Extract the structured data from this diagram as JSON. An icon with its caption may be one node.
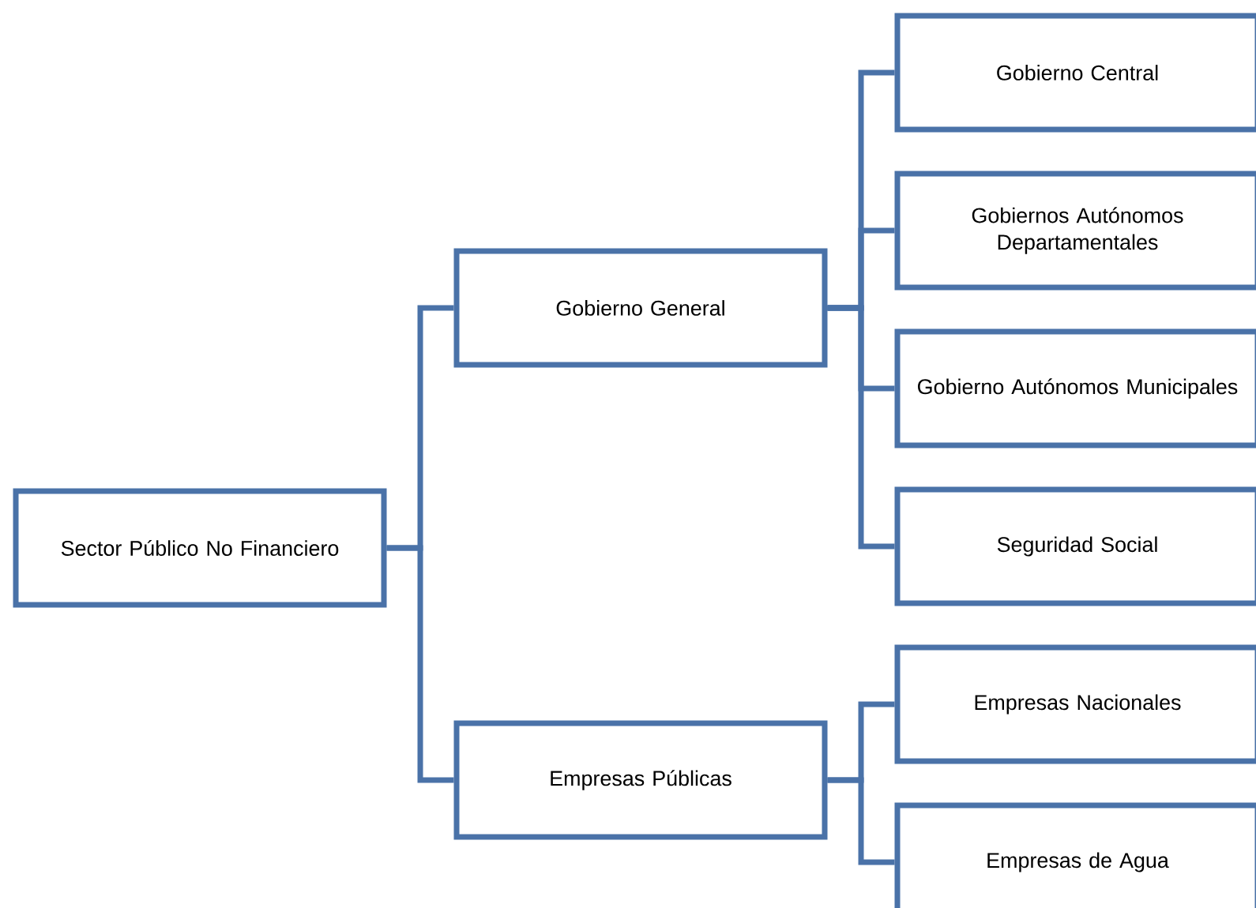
{
  "diagram": {
    "nodes": [
      {
        "text": [
          "Sector Público No Financiero"
        ]
      },
      {
        "text": [
          "Gobierno General"
        ]
      },
      {
        "text": [
          "Empresas Públicas"
        ]
      },
      {
        "text": [
          "Gobierno Central"
        ]
      },
      {
        "text": [
          "Gobiernos Autónomos Departamentales"
        ]
      },
      {
        "text": [
          "Gobierno Autónomos Municipales"
        ]
      },
      {
        "text": [
          "Seguridad Social"
        ]
      },
      {
        "text": [
          "Empresas Nacionales"
        ]
      },
      {
        "text": [
          "Empresas de Agua"
        ]
      }
    ],
    "edges": [
      {
        "from": 0,
        "to": 1,
        "arrow": "none"
      },
      {
        "from": 0,
        "to": 2,
        "arrow": "none"
      },
      {
        "from": 1,
        "to": 3,
        "arrow": "none"
      },
      {
        "from": 1,
        "to": 4,
        "arrow": "none"
      },
      {
        "from": 1,
        "to": 5,
        "arrow": "none"
      },
      {
        "from": 1,
        "to": 6,
        "arrow": "none"
      },
      {
        "from": 2,
        "to": 7,
        "arrow": "none"
      },
      {
        "from": 2,
        "to": 8,
        "arrow": "none"
      }
    ]
  }
}
